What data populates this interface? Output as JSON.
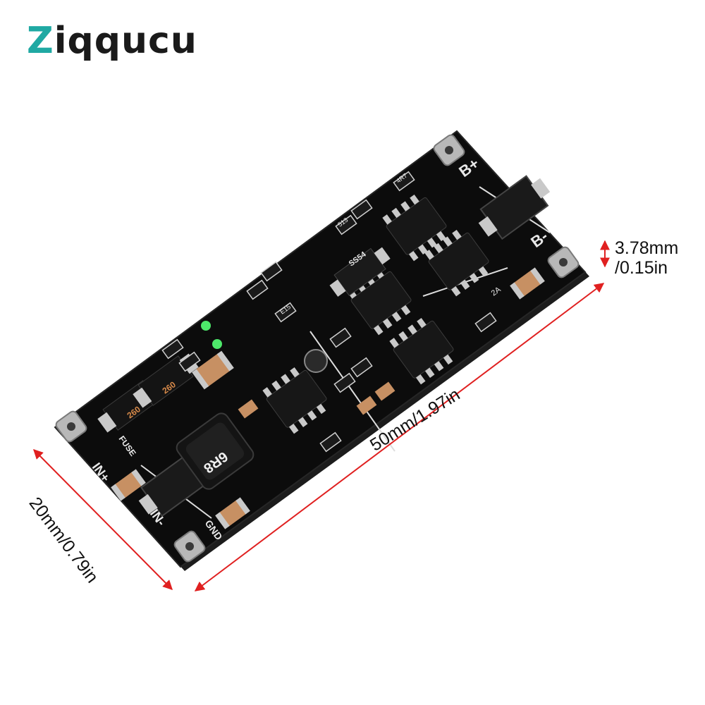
{
  "brand": {
    "name_first": "Z",
    "name_rest": "iqqucu",
    "accent_color": "#1fa9a3"
  },
  "dimensions": {
    "length_label": "50mm/1.97in",
    "width_label": "20mm/0.79in",
    "height_label_line1": "3.78mm",
    "height_label_line2": "/0.15in",
    "arrow_color": "#e02020"
  },
  "board": {
    "silkscreen": {
      "b_plus": "B+",
      "b_minus": "B-",
      "in_plus": "IN+",
      "in_minus": "IN-",
      "gnd": "GND",
      "fuse": "FUSE",
      "inductor": "6R8",
      "diode_ss54": "SS54",
      "fuse_code_1": "260",
      "fuse_code_2": "260",
      "r_e15": "E15",
      "r_4r7": "4R7",
      "r_2a": "2A",
      "r_513": "513"
    },
    "colors": {
      "pcb": "#0c0c0c",
      "pad": "#c9c9c9",
      "cap": "#c79063",
      "led": "#4de86a"
    }
  }
}
